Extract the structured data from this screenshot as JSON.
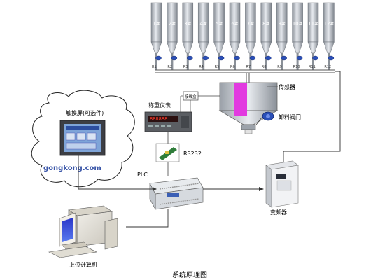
{
  "silos": [
    {
      "num": "1#",
      "valve": "R1"
    },
    {
      "num": "2#",
      "valve": "R2"
    },
    {
      "num": "3#",
      "valve": "R3"
    },
    {
      "num": "4#",
      "valve": "R4"
    },
    {
      "num": "5#",
      "valve": "R5"
    },
    {
      "num": "6#",
      "valve": "R6"
    },
    {
      "num": "7#",
      "valve": "R7"
    },
    {
      "num": "8#",
      "valve": "R8"
    },
    {
      "num": "9#",
      "valve": "R9"
    },
    {
      "num": "10#",
      "valve": "R10"
    },
    {
      "num": "11#",
      "valve": "R11"
    },
    {
      "num": "12#",
      "valve": "R12"
    }
  ],
  "labels": {
    "sensor": "传感器",
    "discharge_valve": "卸料阀门",
    "weighing_instrument": "称重仪表",
    "junction_box": "接线盒",
    "touch_screen": "触摸屏(可选件)",
    "watermark": "gongkong.com",
    "rs232": "RS232",
    "plc": "PLC",
    "inverter": "变频器",
    "host_computer": "上位计算机",
    "caption": "系统原理图"
  },
  "colors": {
    "silo_body": "#b9bec6",
    "valve_blue": "#2a4fb8",
    "hopper_magenta": "#e23ae0",
    "watermark": "#3a56a8",
    "line": "#333333"
  }
}
